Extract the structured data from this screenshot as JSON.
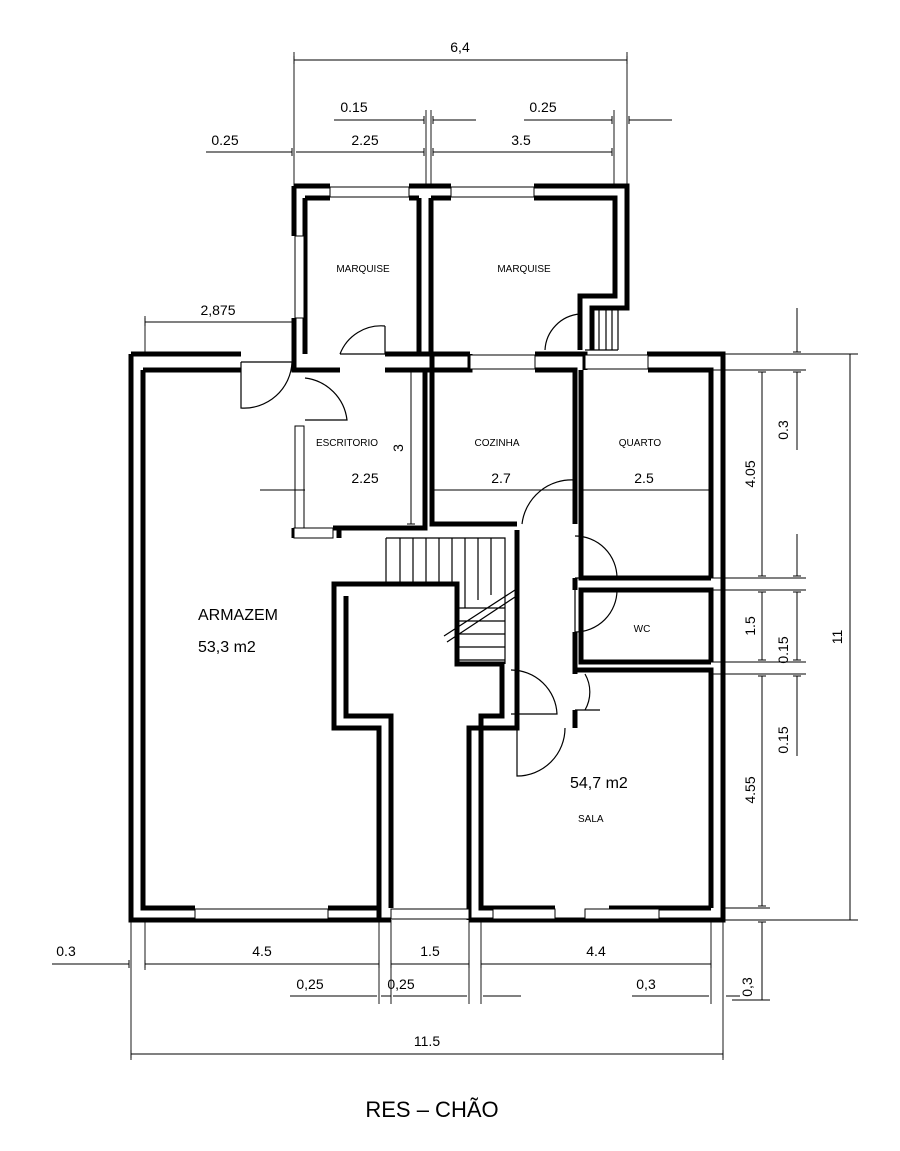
{
  "title": "RES – CHÃO",
  "rooms": {
    "marquise_left": "MARQUISE",
    "marquise_right": "MARQUISE",
    "escritorio": "ESCRITORIO",
    "cozinha": "COZINHA",
    "quarto": "QUARTO",
    "wc": "WC",
    "armazem": "ARMAZEM",
    "armazem_area": "53,3 m2",
    "sala": "SALA",
    "sala_area": "54,7 m2"
  },
  "dimensions": {
    "top_total": "6,4",
    "top_015": "0.15",
    "top_025_right": "0.25",
    "top_025_left": "0.25",
    "top_225": "2.25",
    "top_35": "3.5",
    "left_2875": "2,875",
    "escritorio_width": "2.25",
    "escritorio_height": "3",
    "cozinha_width": "2.7",
    "quarto_width": "2.5",
    "right_03": "0.3",
    "right_405": "4.05",
    "right_15": "1.5",
    "right_015_a": "0.15",
    "right_015_b": "0.15",
    "right_455": "4.55",
    "right_total": "11",
    "bottom_03_left": "0.3",
    "bottom_45": "4.5",
    "bottom_15": "1.5",
    "bottom_44": "4.4",
    "bottom_025_a": "0,25",
    "bottom_025_b": "0,25",
    "bottom_03_right": "0,3",
    "bottom_03_side": "0,3",
    "bottom_total": "11.5"
  }
}
